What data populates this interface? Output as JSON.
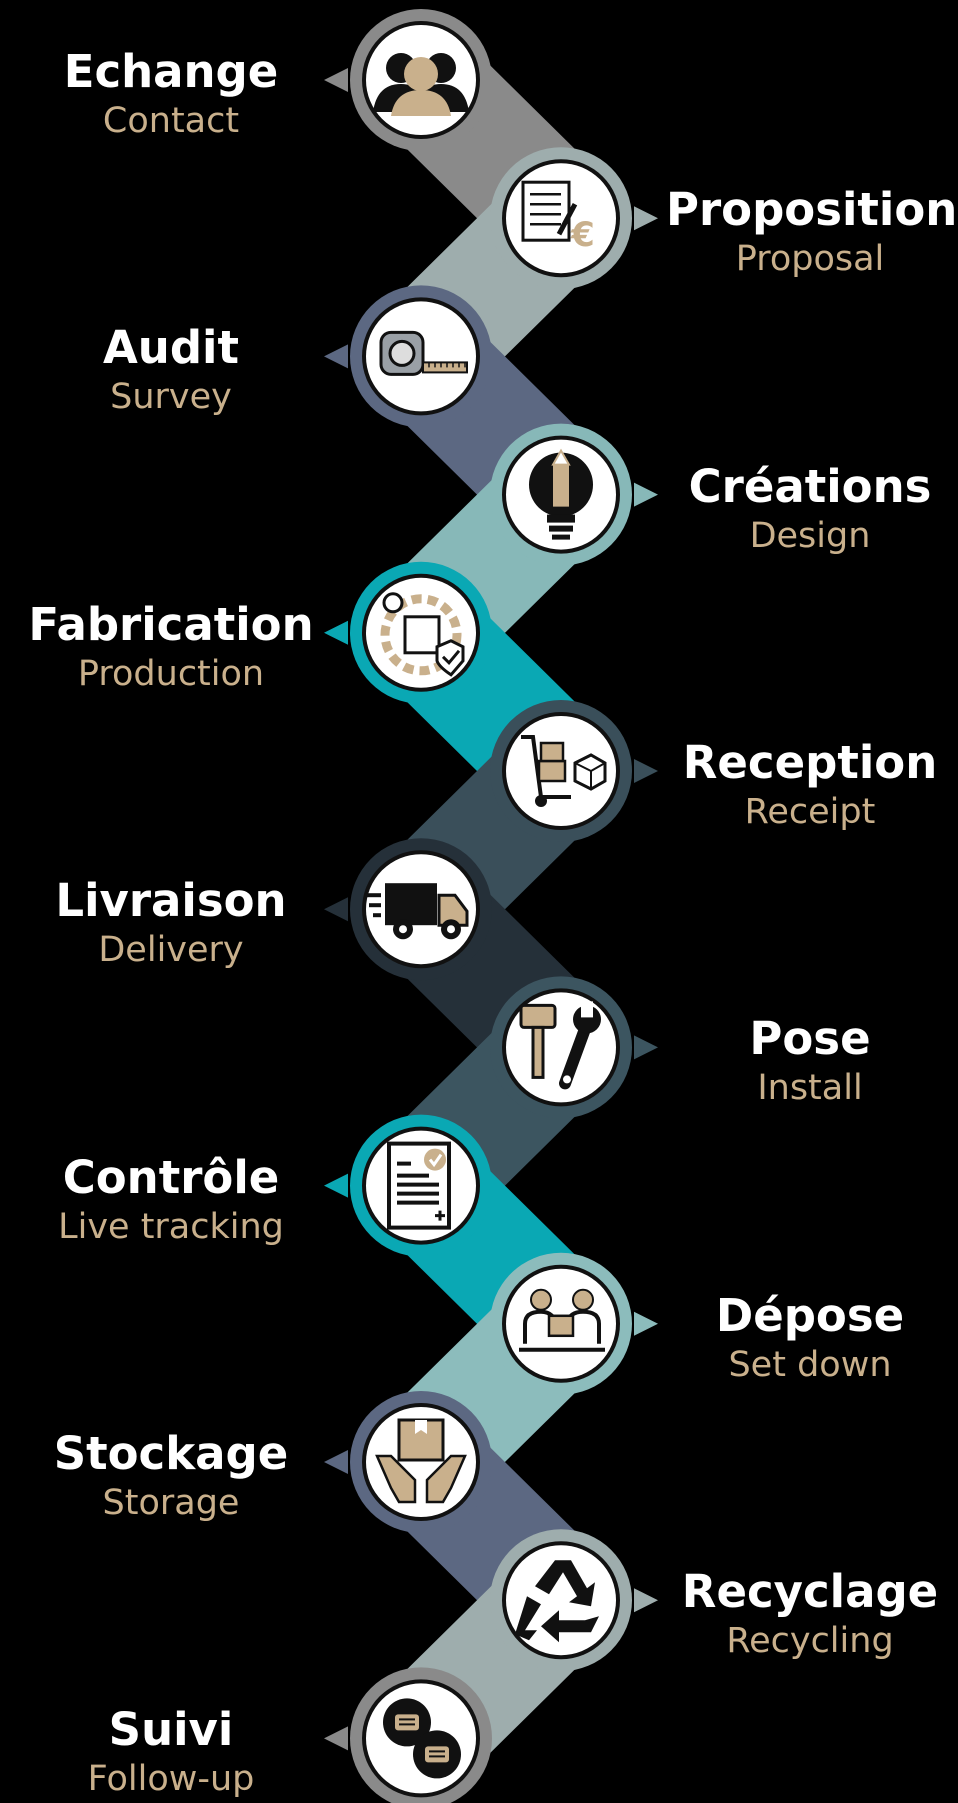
{
  "colors": {
    "background": "#000000",
    "title": "#ffffff",
    "subtitle": "#c9b08c",
    "icon_fill": "#c9b08c",
    "icon_stroke": "#111111"
  },
  "steps": [
    {
      "title": "Echange",
      "subtitle": "Contact",
      "icon": "people-icon",
      "ring": "#8a8a8a"
    },
    {
      "title": "Proposition",
      "subtitle": "Proposal",
      "icon": "invoice-icon",
      "ring": "#9eadad"
    },
    {
      "title": "Audit",
      "subtitle": "Survey",
      "icon": "tape-measure-icon",
      "ring": "#5c6882"
    },
    {
      "title": "Créations",
      "subtitle": "Design",
      "icon": "lightbulb-pencil-icon",
      "ring": "#87b8b8"
    },
    {
      "title": "Fabrication",
      "subtitle": "Production",
      "icon": "production-gear-icon",
      "ring": "#0aa8b4"
    },
    {
      "title": "Reception",
      "subtitle": "Receipt",
      "icon": "hand-truck-icon",
      "ring": "#3a4f5a"
    },
    {
      "title": "Livraison",
      "subtitle": "Delivery",
      "icon": "truck-icon",
      "ring": "#253039"
    },
    {
      "title": "Pose",
      "subtitle": "Install",
      "icon": "tools-icon",
      "ring": "#3c5560"
    },
    {
      "title": "Contrôle",
      "subtitle": "Live tracking",
      "icon": "checklist-icon",
      "ring": "#0aa8b4"
    },
    {
      "title": "Dépose",
      "subtitle": "Set down",
      "icon": "workers-icon",
      "ring": "#8cbcbc"
    },
    {
      "title": "Stockage",
      "subtitle": "Storage",
      "icon": "storage-box-icon",
      "ring": "#5c6882"
    },
    {
      "title": "Recyclage",
      "subtitle": "Recycling",
      "icon": "recycle-icon",
      "ring": "#9eadad"
    },
    {
      "title": "Suivi",
      "subtitle": "Follow-up",
      "icon": "chat-icon",
      "ring": "#8a8a8a"
    }
  ]
}
